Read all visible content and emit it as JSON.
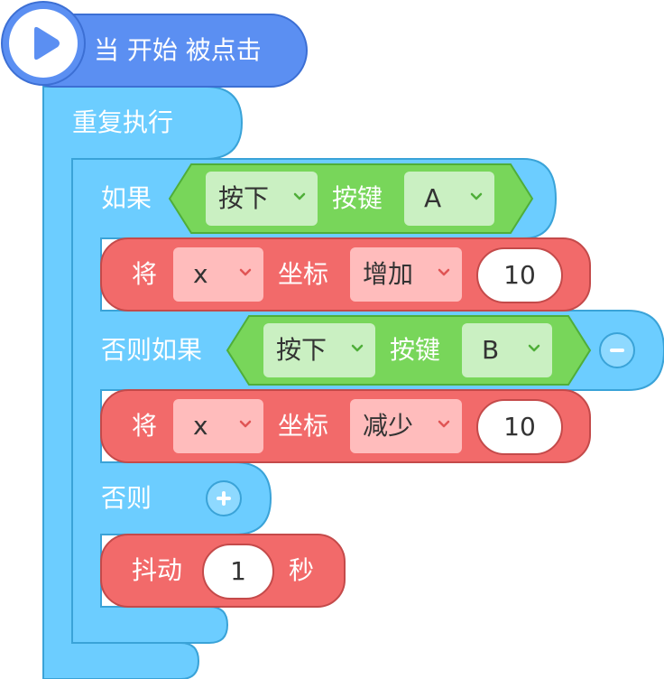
{
  "hat": {
    "label": "当 开始 被点击",
    "icon": "play-icon"
  },
  "loop": {
    "label": "重复执行"
  },
  "if_block": {
    "label": "如果",
    "cond_dropdown": "按下",
    "cond_label": "按键",
    "key_dropdown": "A"
  },
  "move1": {
    "label": "将",
    "axis_dropdown": "x",
    "coord_label": "坐标",
    "op_dropdown": "增加",
    "value": "10"
  },
  "elseif_block": {
    "label": "否则如果",
    "cond_dropdown": "按下",
    "cond_label": "按键",
    "key_dropdown": "B",
    "remove_icon": "minus-icon"
  },
  "move2": {
    "label": "将",
    "axis_dropdown": "x",
    "coord_label": "坐标",
    "op_dropdown": "减少",
    "value": "10"
  },
  "else_block": {
    "label": "否则",
    "add_icon": "plus-icon"
  },
  "shake": {
    "label": "抖动",
    "value": "1",
    "unit": "秒"
  },
  "colors": {
    "control_blue": "#6ccdff",
    "control_border": "#3aa3d8",
    "event_blue": "#5b8ff2",
    "action_red": "#f26a6a",
    "sensing_green": "#78d65a"
  }
}
